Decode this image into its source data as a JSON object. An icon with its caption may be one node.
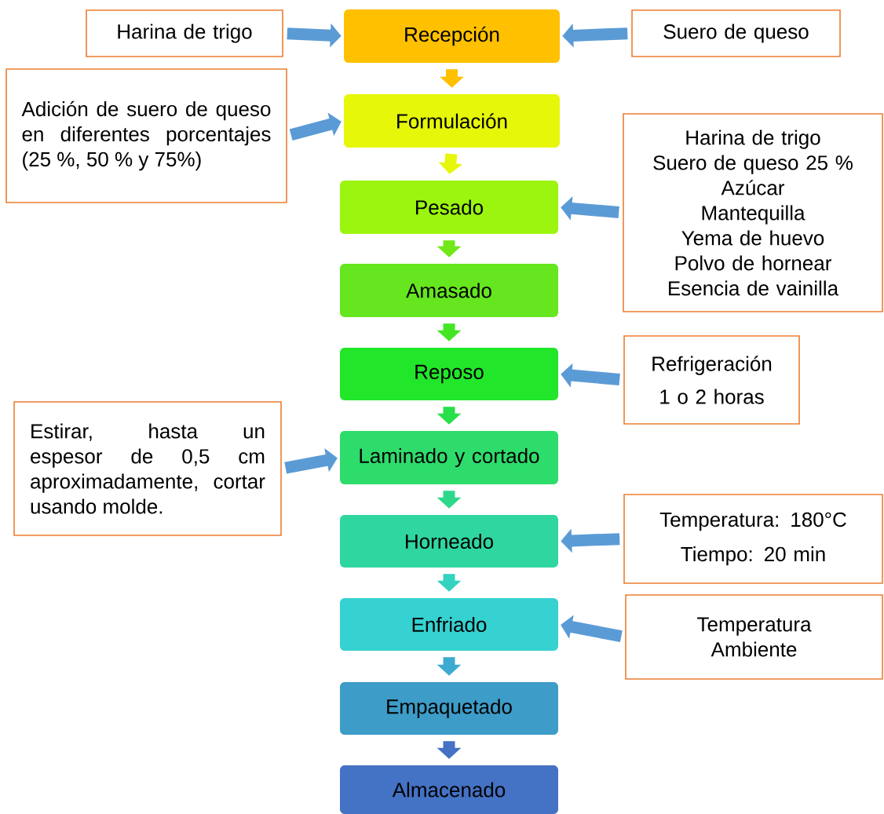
{
  "diagram": {
    "nodes": [
      {
        "text": [
          "Harina de trigo"
        ]
      },
      {
        "text": [
          "Recepción"
        ]
      },
      {
        "text": [
          "Suero de queso"
        ]
      },
      {
        "text": [
          "Adición de suero de queso en diferentes porcentajes (25 %, 50 % y 75%)"
        ]
      },
      {
        "text": [
          "Formulación"
        ]
      },
      {
        "text": [
          "Harina de trigo",
          "Suero de queso 25 %",
          "Azúcar",
          "Mantequilla",
          "Yema de huevo",
          "Polvo de hornear",
          "Esencia de vainilla"
        ]
      },
      {
        "text": [
          "Pesado"
        ]
      },
      {
        "text": [
          "Amasado"
        ]
      },
      {
        "text": [
          "Reposo"
        ]
      },
      {
        "text": [
          "Refrigeración",
          "1 o 2 horas"
        ]
      },
      {
        "text": [
          "Estirar, hasta un espesor de 0,5 cm aproximadamente, cortar usando molde."
        ]
      },
      {
        "text": [
          "Laminado y cortado"
        ]
      },
      {
        "text": [
          "Horneado"
        ]
      },
      {
        "text": [
          "Temperatura: 180°C",
          "Tiempo: 20 min"
        ]
      },
      {
        "text": [
          "Enfriado"
        ]
      },
      {
        "text": [
          "Temperatura Ambiente"
        ]
      },
      {
        "text": [
          "Empaquetado"
        ]
      },
      {
        "text": [
          "Almacenado"
        ]
      }
    ],
    "edges": [
      {
        "from": 0,
        "to": 1,
        "arrow": "to"
      },
      {
        "from": 2,
        "to": 1,
        "arrow": "to"
      },
      {
        "from": 1,
        "to": 4,
        "arrow": "to",
        "color": "#ffc000"
      },
      {
        "from": 3,
        "to": 4,
        "arrow": "to"
      },
      {
        "from": 4,
        "to": 6,
        "arrow": "to",
        "color": "#e6f70a"
      },
      {
        "from": 5,
        "to": 6,
        "arrow": "to"
      },
      {
        "from": 6,
        "to": 7,
        "arrow": "to",
        "color": "#70e81a"
      },
      {
        "from": 7,
        "to": 8,
        "arrow": "to",
        "color": "#44e624"
      },
      {
        "from": 9,
        "to": 8,
        "arrow": "to"
      },
      {
        "from": 8,
        "to": 11,
        "arrow": "to",
        "color": "#28e04a"
      },
      {
        "from": 10,
        "to": 11,
        "arrow": "to"
      },
      {
        "from": 11,
        "to": 12,
        "arrow": "to",
        "color": "#2ed88a"
      },
      {
        "from": 13,
        "to": 12,
        "arrow": "to"
      },
      {
        "from": 12,
        "to": 14,
        "arrow": "to",
        "color": "#33d3c0"
      },
      {
        "from": 15,
        "to": 14,
        "arrow": "to"
      },
      {
        "from": 14,
        "to": 16,
        "arrow": "to",
        "color": "#3faad0"
      },
      {
        "from": 16,
        "to": 17,
        "arrow": "to",
        "color": "#4472c4"
      }
    ]
  }
}
